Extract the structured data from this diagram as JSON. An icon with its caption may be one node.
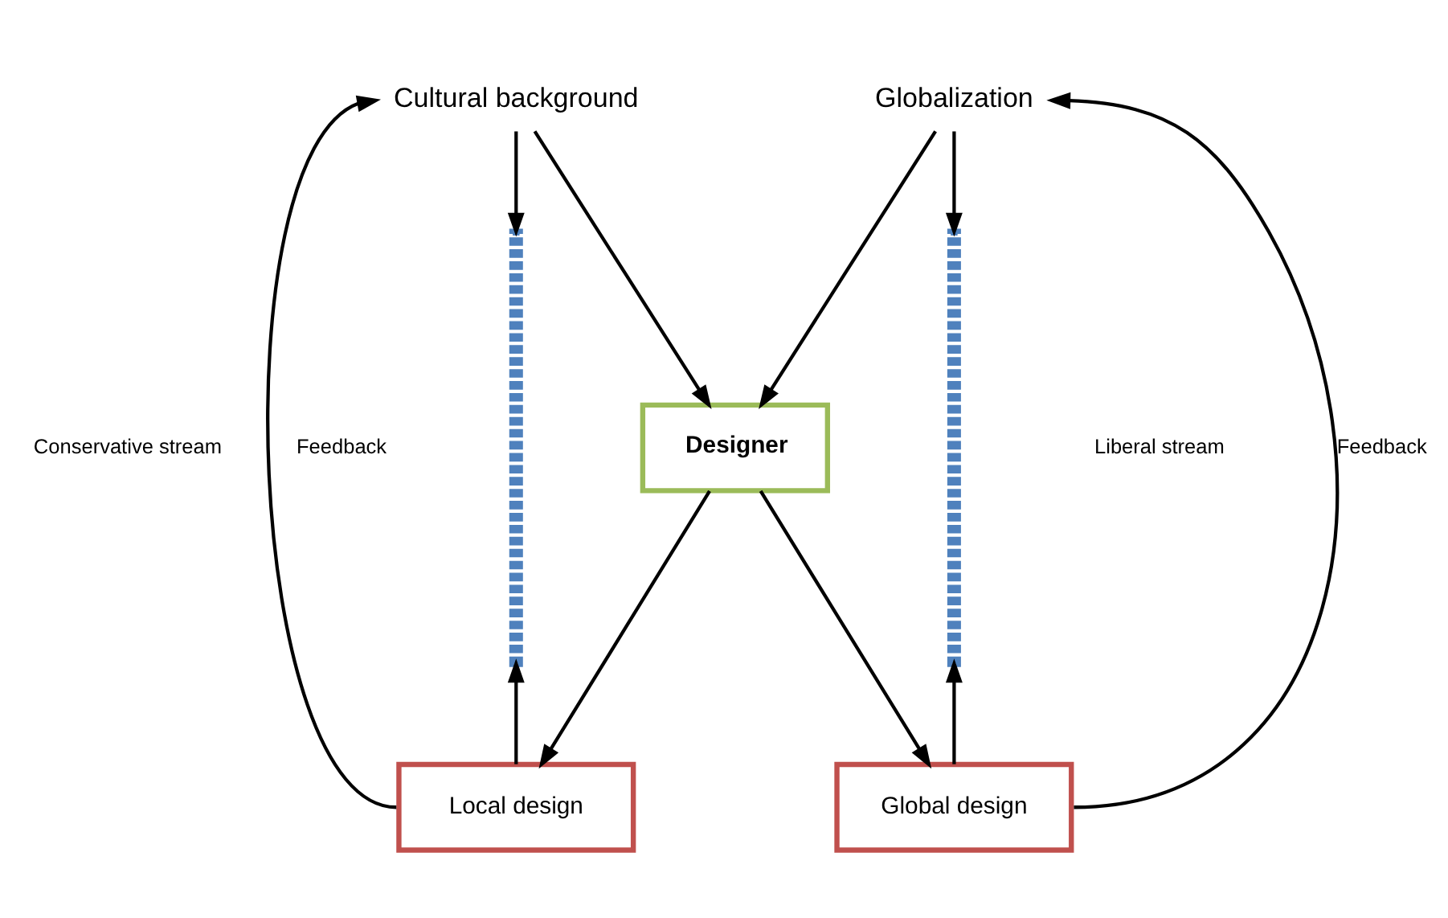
{
  "diagram": {
    "nodes": [
      {
        "text": [
          "Cultural background"
        ]
      },
      {
        "text": [],
        "shape": "bar"
      },
      {
        "text": [],
        "shape": "bar"
      },
      {
        "text": [
          "Globalization"
        ]
      },
      {
        "text": [
          "Designer"
        ]
      },
      {
        "text": [
          "Local design"
        ]
      },
      {
        "text": [
          "Global design"
        ]
      }
    ],
    "edges": [
      {
        "from": 0,
        "to": 1,
        "arrow": "to"
      },
      {
        "from": 3,
        "to": 2,
        "arrow": "to"
      },
      {
        "from": 0,
        "to": 4,
        "arrow": "to"
      },
      {
        "from": 3,
        "to": 4,
        "arrow": "to"
      },
      {
        "from": 4,
        "to": 5,
        "arrow": "to"
      },
      {
        "from": 4,
        "to": 6,
        "arrow": "to"
      },
      {
        "from": 5,
        "to": 1,
        "arrow": "to"
      },
      {
        "from": 6,
        "to": 2,
        "arrow": "to"
      },
      {
        "from": 5,
        "to": 0,
        "arrow": "to",
        "label": "Feedback"
      },
      {
        "from": 6,
        "to": 3,
        "arrow": "to",
        "label": "Feedback"
      }
    ],
    "labels": [
      "Conservative stream",
      "Liberal stream"
    ]
  }
}
